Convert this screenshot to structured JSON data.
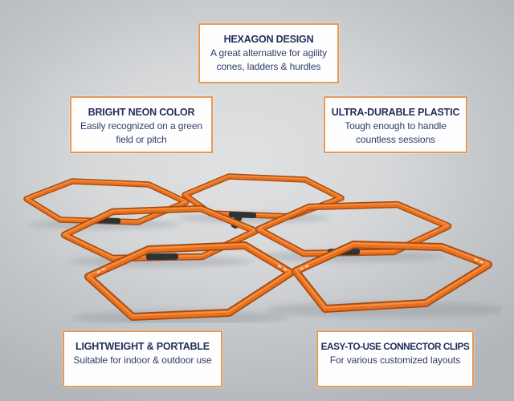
{
  "callouts": [
    {
      "title": "HEXAGON DESIGN",
      "line1": "A great alternative for agility",
      "line2": "cones, ladders & hurdles"
    },
    {
      "title": "BRIGHT NEON COLOR",
      "line1": "Easily recognized on a green",
      "line2": "field or pitch"
    },
    {
      "title": "ULTRA-DURABLE PLASTIC",
      "line1": "Tough enough to handle",
      "line2": "countless sessions"
    },
    {
      "title": "LIGHTWEIGHT & PORTABLE",
      "line1": "Suitable for indoor & outdoor use"
    },
    {
      "title": "EASY-TO-USE CONNECTOR CLIPS",
      "line1": "For various customized layouts"
    }
  ],
  "product": {
    "name": "orange hexagon agility rings set",
    "hexagon_count": 6,
    "ring_color": "#e8701f",
    "ring_outline_color": "#a64a10",
    "ring_highlight_color": "#f79a4d",
    "connector_clip_color": "#2f3235"
  },
  "style": {
    "callout_border_color": "#e59a58",
    "callout_background": "#fffefe",
    "title_color": "#22305e",
    "body_color": "#2e3c6b",
    "background_center": "#e0e1e3",
    "background_edge": "#b2b6ba"
  }
}
